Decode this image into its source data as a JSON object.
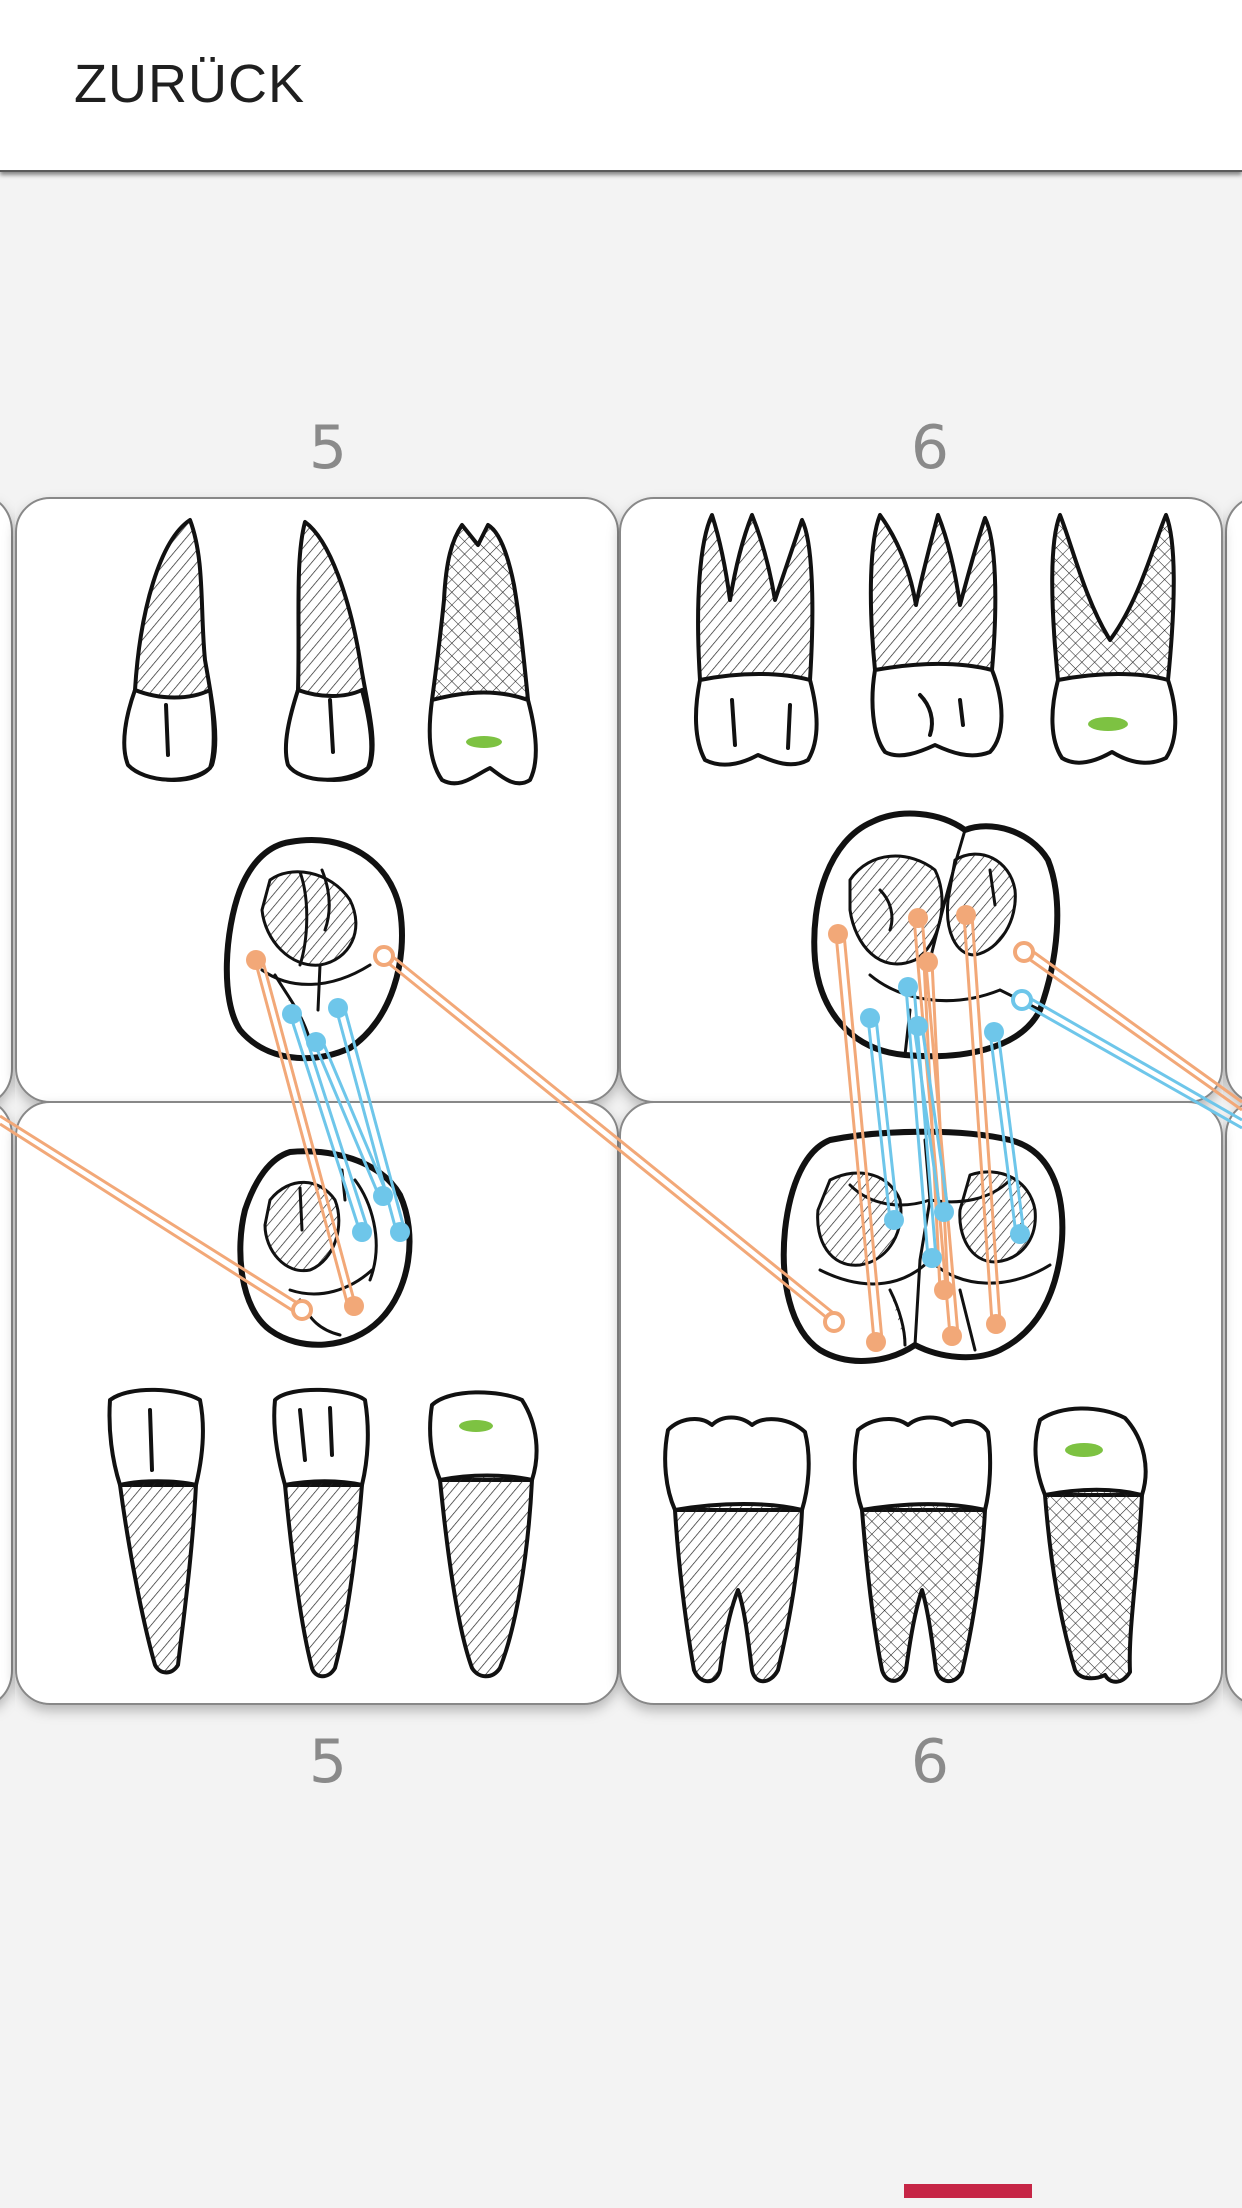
{
  "header": {
    "back_label": "ZURÜCK"
  },
  "teeth": {
    "upper_left_number": "5",
    "upper_right_number": "6",
    "lower_left_number": "5",
    "lower_right_number": "6"
  },
  "colors": {
    "header_bg": "#ffffff",
    "page_bg": "#f3f3f3",
    "card_bg": "#ffffff",
    "contact_orange": "#f2a878",
    "contact_blue": "#6ec6ea",
    "contact_area_green": "#7dc242",
    "page_indicator": "#c62646"
  },
  "icons": [
    "upper-premolar-icon",
    "upper-molar-icon",
    "lower-premolar-icon",
    "lower-molar-icon"
  ],
  "pager": {
    "active_index": 1
  }
}
